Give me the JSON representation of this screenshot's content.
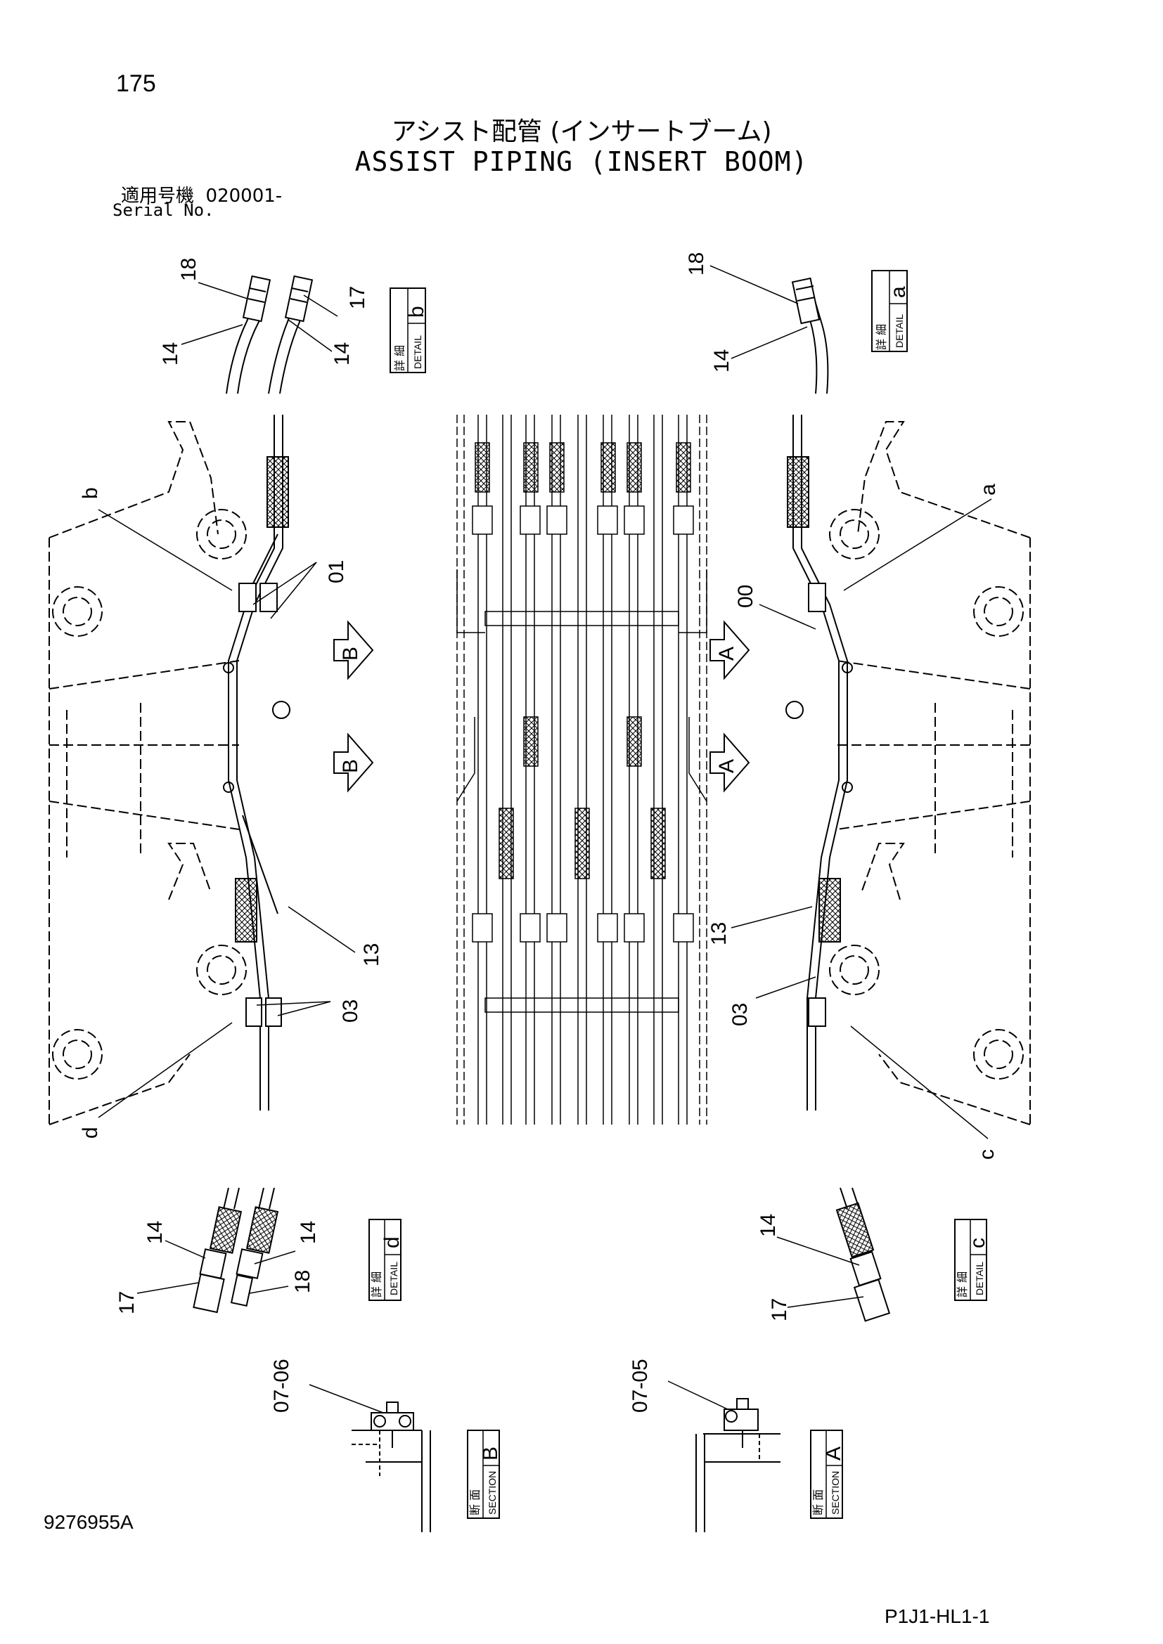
{
  "header": {
    "page_number": "175",
    "title_jp": "アシスト配管 (インサートブーム)",
    "title_en": "ASSIST PIPING (INSERT BOOM)",
    "serial_label_jp": "適用号機",
    "serial_value": "020001-",
    "serial_label_en": "Serial No."
  },
  "footer": {
    "drawing_number": "9276955A",
    "page_code": "P1J1-HL1-1"
  },
  "detail_boxes": [
    {
      "id": "detail-b",
      "jp": "詳 細",
      "en": "DETAIL",
      "letter": "b"
    },
    {
      "id": "detail-a",
      "jp": "詳 細",
      "en": "DETAIL",
      "letter": "a"
    },
    {
      "id": "detail-d",
      "jp": "詳 細",
      "en": "DETAIL",
      "letter": "d"
    },
    {
      "id": "detail-c",
      "jp": "詳 細",
      "en": "DETAIL",
      "letter": "c"
    },
    {
      "id": "section-b",
      "jp": "断 面",
      "en": "SECTION",
      "letter": "B"
    },
    {
      "id": "section-a",
      "jp": "断 面",
      "en": "SECTION",
      "letter": "A"
    }
  ],
  "callouts": {
    "detail_b": [
      "18",
      "14",
      "17",
      "14"
    ],
    "detail_a": [
      "18",
      "14"
    ],
    "main_left": [
      "b",
      "01",
      "13",
      "03",
      "d"
    ],
    "main_right": [
      "a",
      "00",
      "13",
      "03",
      "c"
    ],
    "detail_d": [
      "14",
      "17",
      "14",
      "18"
    ],
    "detail_c": [
      "14",
      "17"
    ],
    "section_b": [
      "07-06"
    ],
    "section_a": [
      "07-05"
    ]
  },
  "view_arrows": [
    "B",
    "B",
    "A",
    "A"
  ]
}
